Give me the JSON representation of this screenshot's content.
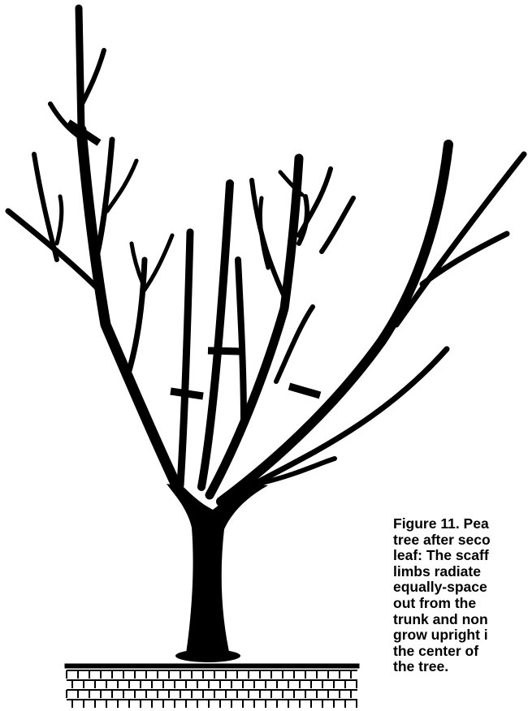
{
  "figure": {
    "caption_lines": [
      "Figure 11. Pea",
      "tree after seco",
      "leaf: The scaff",
      "limbs radiate",
      "equally-space",
      "out from the",
      "trunk and non",
      "grow upright i",
      "the center of",
      "the tree."
    ],
    "colors": {
      "ink": "#000000",
      "paper": "#ffffff"
    }
  }
}
